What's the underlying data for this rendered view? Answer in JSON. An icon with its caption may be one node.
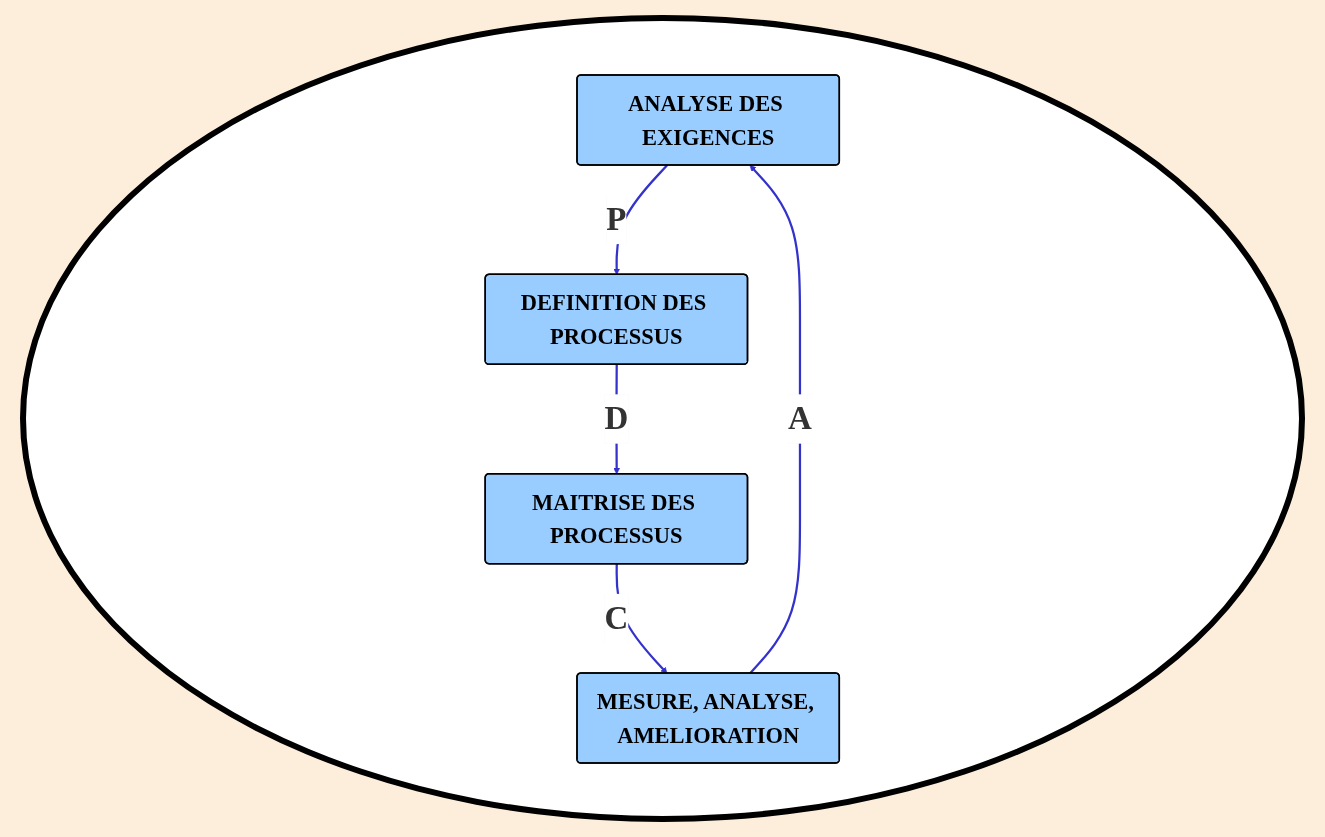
{
  "diagram": {
    "nodes": [
      {
        "text": [
          "ANALYSE DES EXIGENCES"
        ]
      },
      {
        "text": [
          "DEFINITION DES PROCESSUS"
        ]
      },
      {
        "text": [
          "MAITRISE DES PROCESSUS"
        ]
      },
      {
        "text": [
          "MESURE, ANALYSE, AMELIORATION"
        ]
      }
    ],
    "edges": [
      {
        "from": 0,
        "to": 1,
        "arrow": "to",
        "label": "P"
      },
      {
        "from": 1,
        "to": 2,
        "arrow": "to",
        "label": "D"
      },
      {
        "from": 2,
        "to": 3,
        "arrow": "to",
        "label": "C"
      },
      {
        "from": 3,
        "to": 0,
        "arrow": "to",
        "label": "A"
      }
    ]
  }
}
